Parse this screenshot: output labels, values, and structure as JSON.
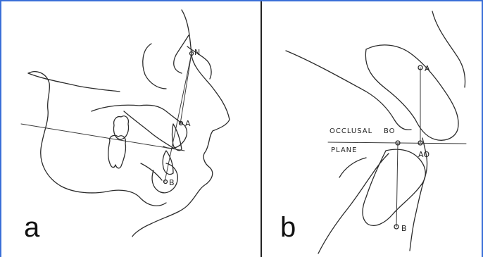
{
  "panels": [
    {
      "letter": "a",
      "labels": {
        "nasion": "N",
        "point_a": "A",
        "point_b": "B"
      }
    },
    {
      "letter": "b",
      "labels": {
        "point_a": "A",
        "point_b": "B",
        "ao": "AO",
        "bo": "BO",
        "occlusal": "OCCLUSAL",
        "plane": "PLANE"
      }
    }
  ],
  "colors": {
    "frame": "#3a6fd8",
    "ink": "#2b2b2b"
  }
}
